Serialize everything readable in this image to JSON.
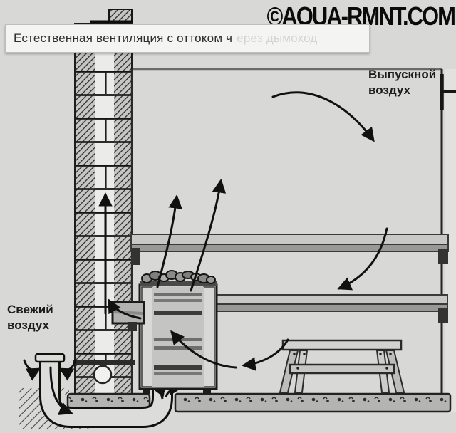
{
  "watermark": {
    "text": "©AQUA-RMNT.COM"
  },
  "caption": {
    "text": "Естественная вентиляция с оттоком ч",
    "faded_text": "ерез дымоход"
  },
  "labels": {
    "exhaust_air": "Выпускной воздух",
    "fresh_air": "Свежий воздух"
  },
  "palette": {
    "background": "#d8d8d6",
    "caption_bg": "#f4f4f2",
    "ink": "#1b1b19",
    "masonry_hatch": "#2c2c2a",
    "flue_fill": "#ebebe9",
    "floor_fill": "#b4b4b2",
    "stove_fill": "#cdcdcb",
    "shelf_fill": "#c8c8c6",
    "text": "#1c1c1c"
  }
}
